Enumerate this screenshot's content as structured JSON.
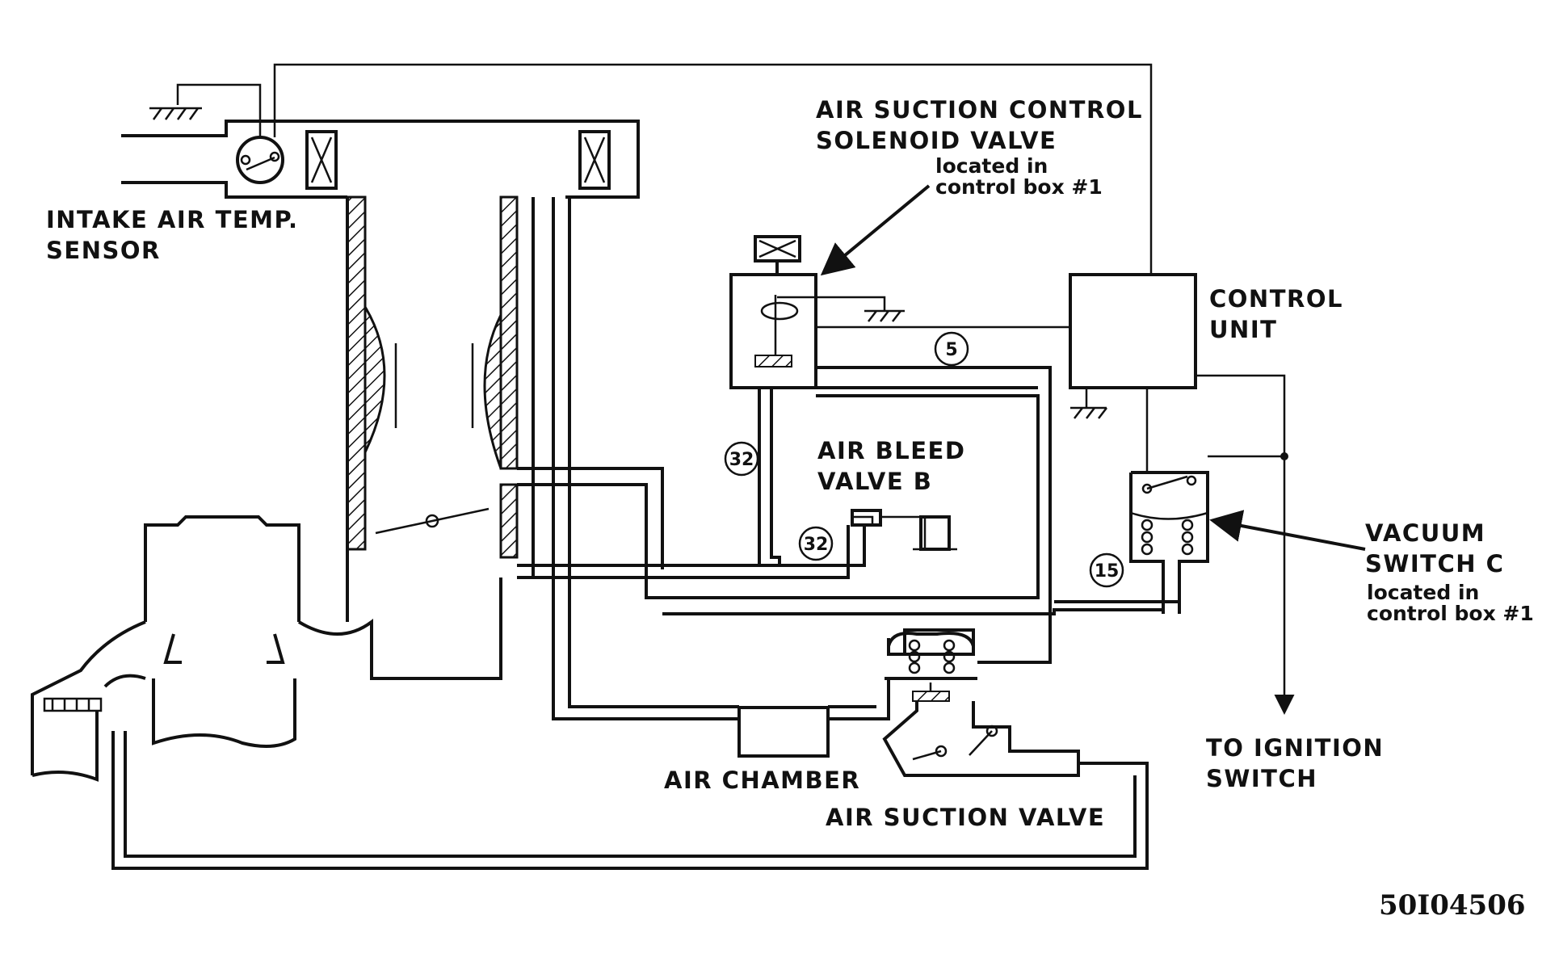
{
  "labels": {
    "intake_air_temp_sensor": [
      "INTAKE AIR TEMP.",
      "SENSOR"
    ],
    "air_suction_control_solenoid_valve": [
      "AIR SUCTION CONTROL",
      "SOLENOID VALVE"
    ],
    "solenoid_location": [
      "located in",
      "control box #1"
    ],
    "control_unit": [
      "CONTROL",
      "UNIT"
    ],
    "air_bleed_valve_b": [
      "AIR BLEED",
      "VALVE B"
    ],
    "vacuum_switch_c": [
      "VACUUM",
      "SWITCH C"
    ],
    "vacuum_switch_location": [
      "located in",
      "control box #1"
    ],
    "to_ignition_switch": [
      "TO IGNITION",
      "SWITCH"
    ],
    "air_chamber": "AIR CHAMBER",
    "air_suction_valve": "AIR SUCTION VALVE"
  },
  "callouts": {
    "circle_5": "5",
    "circle_32_upper": "32",
    "circle_32_lower": "32",
    "circle_15": "15"
  },
  "figure_id": "50I04506"
}
